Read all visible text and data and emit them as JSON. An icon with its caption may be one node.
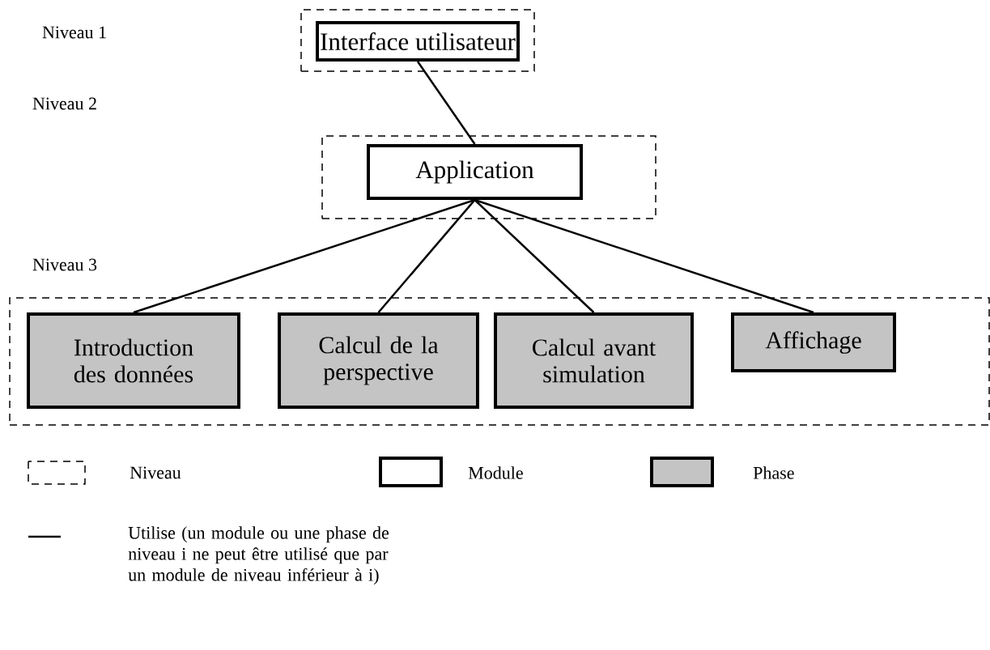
{
  "diagram": {
    "nodes": [
      {
        "text": [],
        "shape": "box"
      },
      {
        "text": [
          "Interface utilisateur"
        ],
        "in": 0
      },
      {
        "text": [],
        "shape": "box"
      },
      {
        "text": [
          "Application"
        ],
        "in": 2
      },
      {
        "text": [],
        "shape": "box"
      },
      {
        "text": [
          "Introduction des données"
        ],
        "in": 4
      },
      {
        "text": [
          "Calcul de la perspective"
        ],
        "in": 4
      },
      {
        "text": [
          "Calcul avant simulation"
        ],
        "in": 4
      },
      {
        "text": [
          "Affichage"
        ],
        "in": 4
      }
    ],
    "edges": [
      {
        "from": 1,
        "to": 3,
        "arrow": "none"
      },
      {
        "from": 3,
        "to": 5,
        "arrow": "none"
      },
      {
        "from": 3,
        "to": 6,
        "arrow": "none"
      },
      {
        "from": 3,
        "to": 7,
        "arrow": "none"
      },
      {
        "from": 3,
        "to": 8,
        "arrow": "none"
      }
    ],
    "labels": [
      "Niveau 1",
      "Niveau 2",
      "Niveau 3"
    ],
    "legend": [
      {
        "text": "Niveau"
      },
      {
        "text": "Module"
      },
      {
        "text": "Phase",
        "color": "#c4c4c4"
      },
      {
        "text": "Utilise (un module ou une phase de niveau i ne peut être utilisé que par un module de niveau inférieur à i)"
      }
    ]
  }
}
